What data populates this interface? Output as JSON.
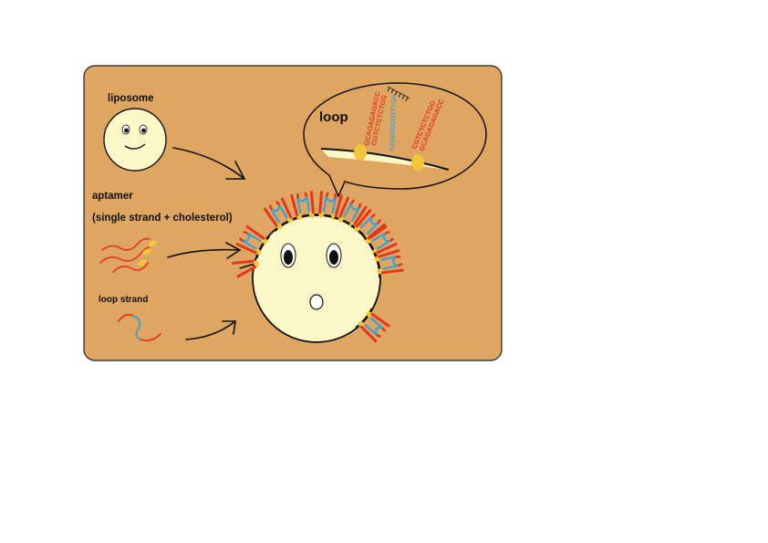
{
  "labels": {
    "liposome": "liposome",
    "aptamer": "aptamer",
    "aptamer_detail": "(single strand + cholesterol)",
    "loop_strand": "loop strand",
    "loop": "loop"
  },
  "sequences": {
    "outer_left": "GCAGAGAGACC",
    "inner_left": "CGTCTCTCTGG",
    "loop_blue": "XXXXXGCGTTTGA",
    "turn": "TTTTTT",
    "inner_right": "CGTCTCTCTGG",
    "outer_right": "GCAGAGAGACC"
  },
  "colors": {
    "panel": "#dea660",
    "panel_border": "#222222",
    "liposome": "#fbf7c6",
    "aptamer_red": "#e8351c",
    "loop_blue": "#3aa2d6",
    "cholesterol": "#f3c53a"
  }
}
